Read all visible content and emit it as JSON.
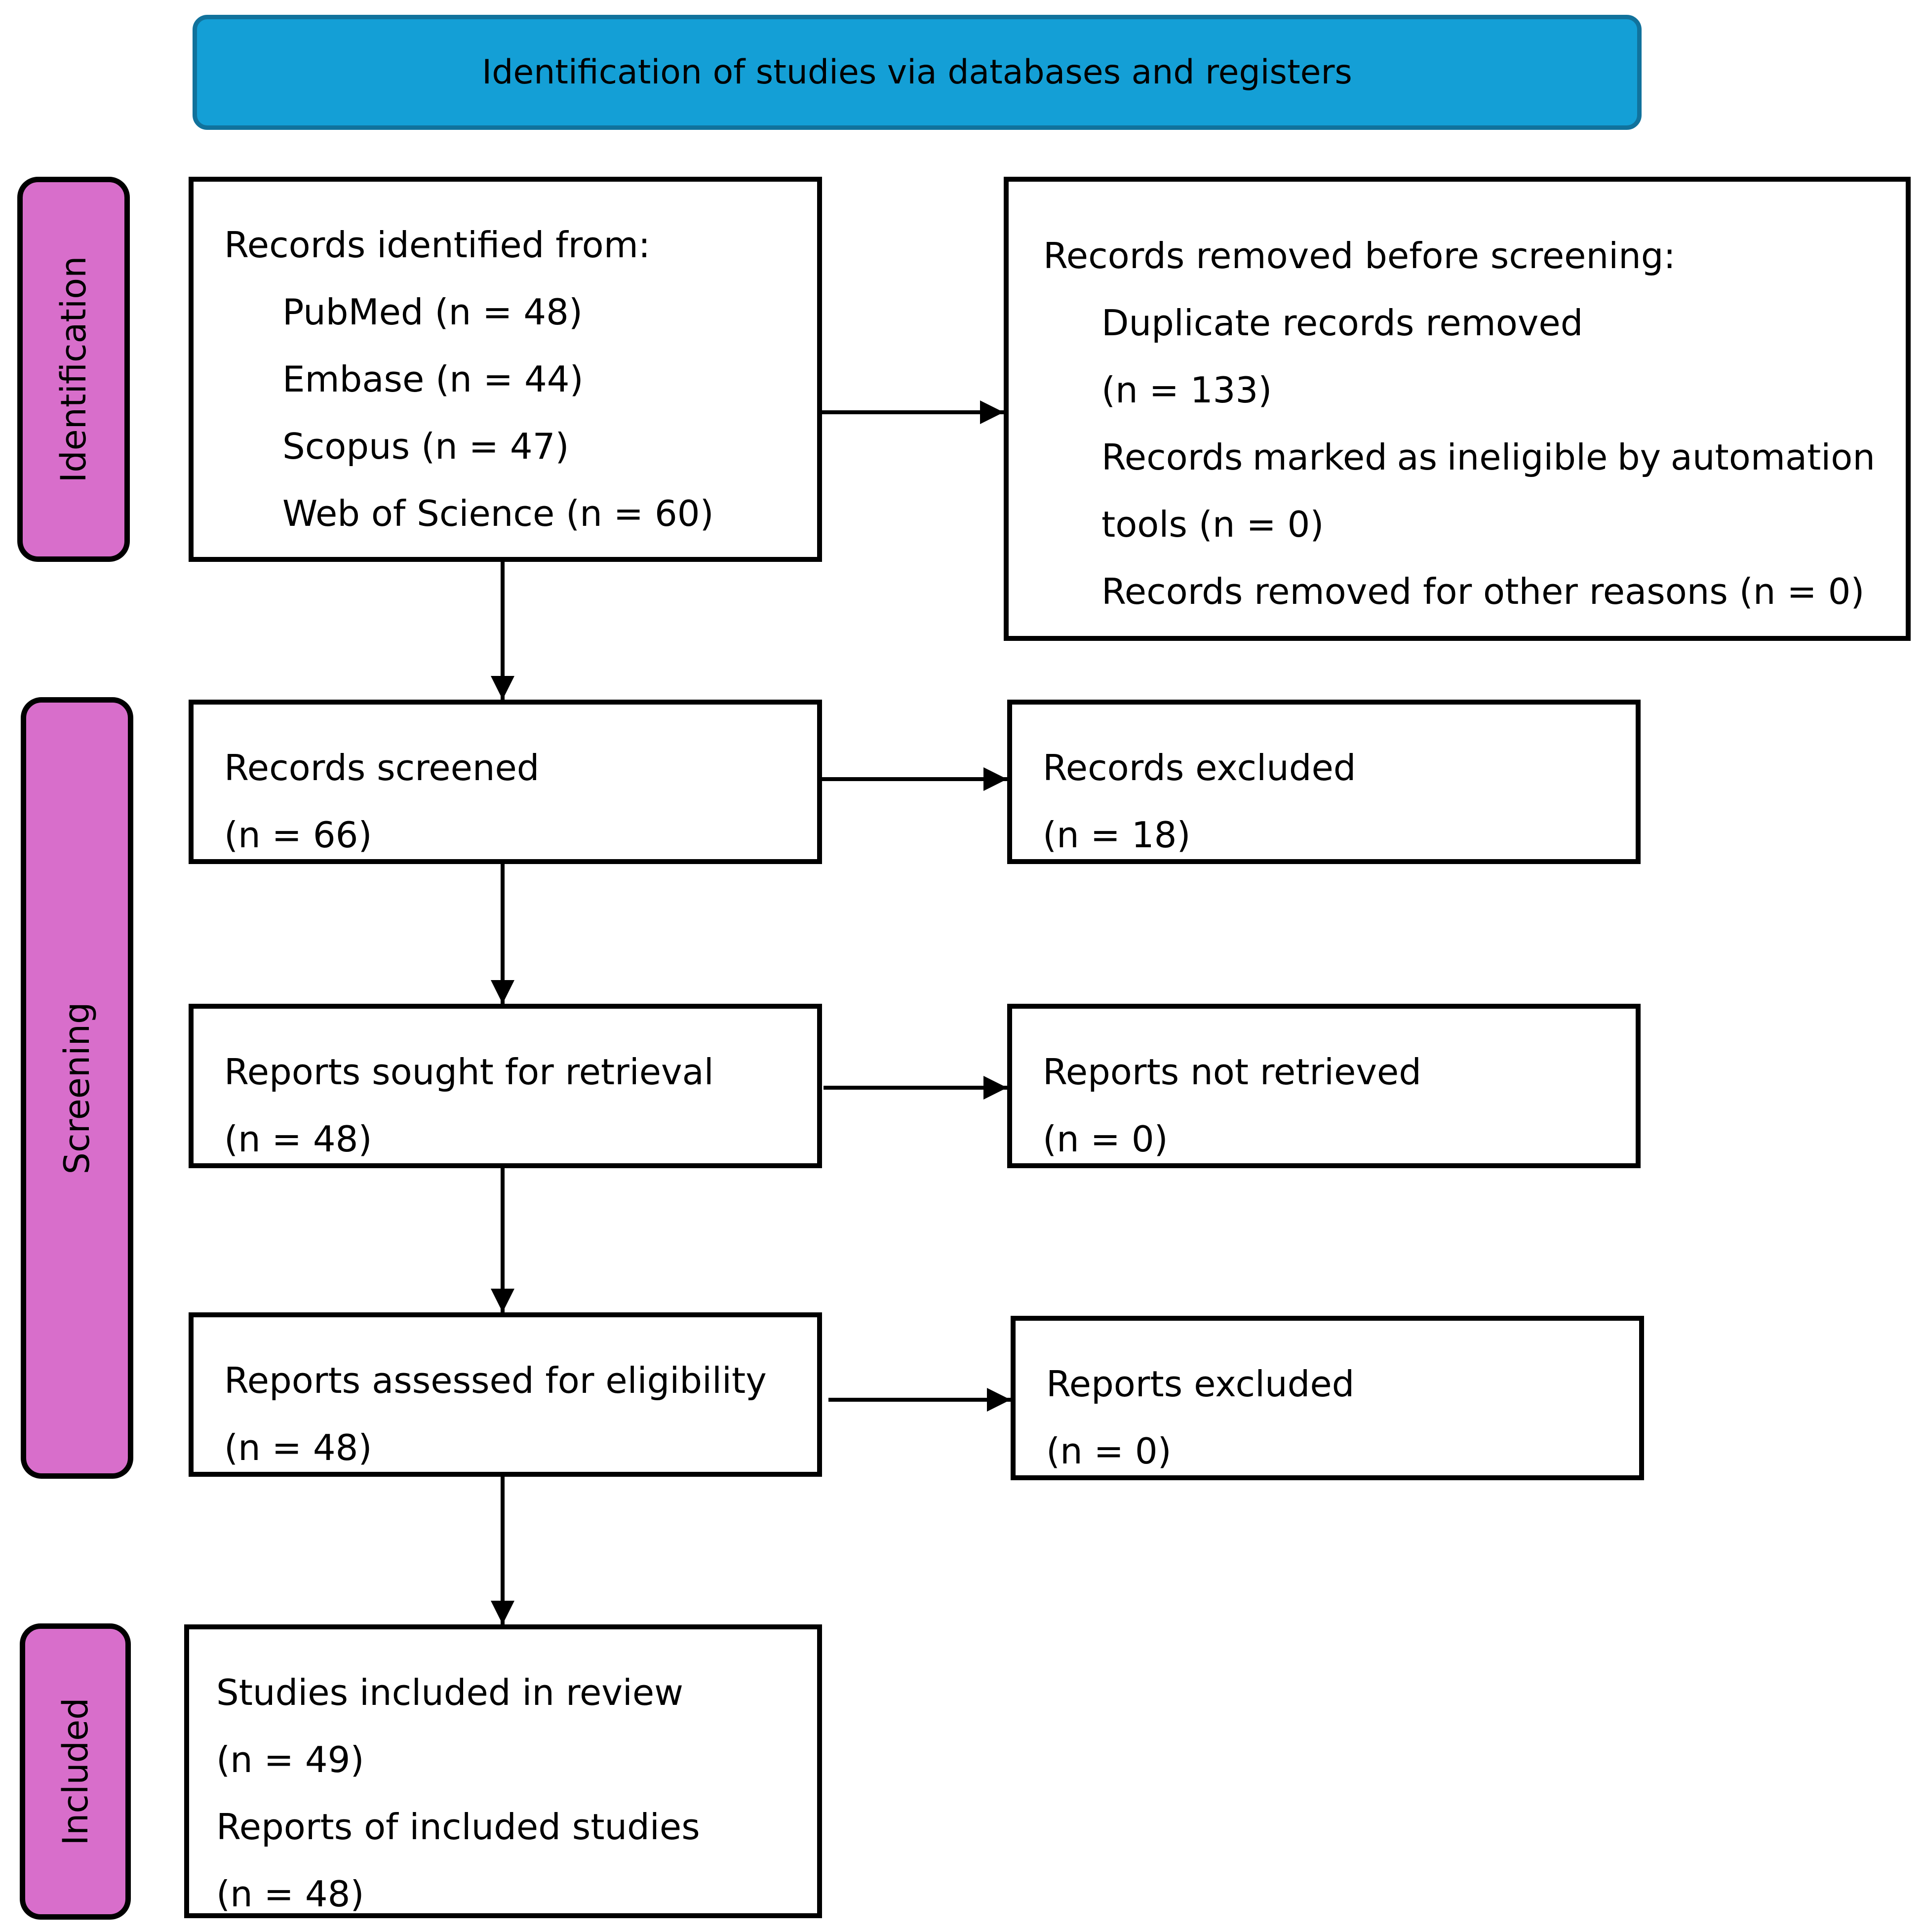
{
  "header": {
    "title": "Identification of studies via databases and registers"
  },
  "phases": {
    "identification": "Identification",
    "screening": "Screening",
    "included": "Included"
  },
  "identification": {
    "records_identified": {
      "heading": "Records identified from:",
      "sources": [
        "PubMed (n = 48)",
        "Embase (n = 44)",
        "Scopus (n = 47)",
        "Web of Science (n = 60)"
      ]
    },
    "records_removed": {
      "heading": "Records removed before screening:",
      "duplicates_label": "Duplicate records removed",
      "duplicates_count": "(n = 133)",
      "automation_words": [
        "Records",
        "marked",
        "as",
        "ineligible",
        "by",
        "automation"
      ],
      "automation_rest": "tools (n = 0)",
      "other": "Records removed for other reasons (n = 0)"
    }
  },
  "screening": {
    "records_screened": {
      "label": "Records screened",
      "count": "(n = 66)"
    },
    "records_excluded": {
      "label": "Records excluded",
      "count": "(n = 18)"
    },
    "reports_sought": {
      "label": "Reports sought for retrieval",
      "count": "(n = 48)"
    },
    "reports_not_retrieved": {
      "label": "Reports not retrieved",
      "count": "(n = 0)"
    },
    "reports_assessed": {
      "label": "Reports assessed for eligibility",
      "count": "(n = 48)"
    },
    "reports_excluded": {
      "label": "Reports excluded",
      "count": "(n = 0)"
    }
  },
  "included": {
    "studies_label": "Studies included in review",
    "studies_count": "(n = 49)",
    "reports_label": "Reports of included studies",
    "reports_count": "(n = 48)"
  }
}
